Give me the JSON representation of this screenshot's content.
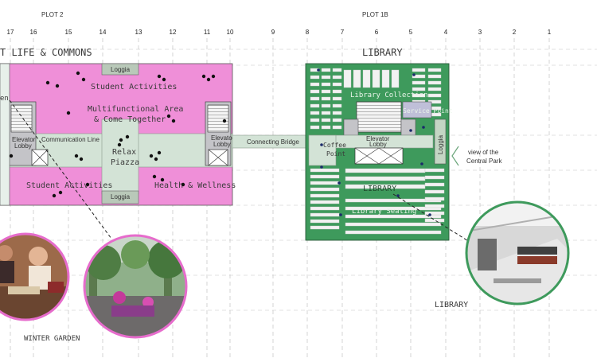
{
  "plots": {
    "plot2": "PLOT 2",
    "plot1b": "PLOT 1B"
  },
  "grid_columns": [
    "17",
    "16",
    "15",
    "14",
    "13",
    "12",
    "11",
    "10",
    "9",
    "8",
    "7",
    "6",
    "5",
    "4",
    "3",
    "2",
    "1"
  ],
  "headings": {
    "commons": "T LIFE & COMMONS",
    "library_top": "LIBRARY",
    "library_bottom": "LIBRARY",
    "winter_garden": "WINTER GARDEN"
  },
  "plot2_labels": {
    "loggia_top": "Loggia",
    "student_activities_top": "Student Activities",
    "multifunctional_1": "Multifunctional Area",
    "multifunctional_2": "& Come Together",
    "elevator_lobby_left_1": "Elevator",
    "elevator_lobby_left_2": "Lobby",
    "communication_line": "Communication Line",
    "relax_1": "Relax",
    "relax_2": "Piazza",
    "elevator_lobby_right_1": "Elevator",
    "elevator_lobby_right_2": "Lobby",
    "student_activities_bottom": "Student Activities",
    "loggia_bottom": "Loggia",
    "health_wellness": "Health & Wellness",
    "left_fragment": "en"
  },
  "connector": {
    "bridge": "Connecting Bridge"
  },
  "library_labels": {
    "collection": "Library Collection",
    "service_point": "Service Point",
    "coffee_1": "Coffee",
    "coffee_2": "Point",
    "elevator_1": "Elevator",
    "elevator_2": "Lobby",
    "loggia": "Loggia",
    "library_mid": "LIBRARY",
    "seating": "Library Seating"
  },
  "view_note": {
    "line1": "view of the",
    "line2": "Central Park"
  },
  "colors": {
    "commons_fill": "#ef8fd8",
    "library_fill": "#3e9a5c",
    "corridor": "#d3e3d6",
    "loggia": "#b9c9b9",
    "core": "#c4c4c8"
  }
}
